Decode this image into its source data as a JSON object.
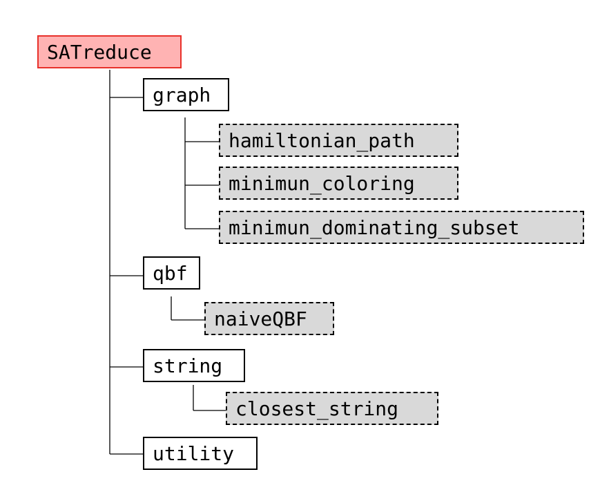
{
  "tree": {
    "root": {
      "label": "SATreduce"
    },
    "packages": [
      {
        "label": "graph",
        "modules": [
          "hamiltonian_path",
          "minimun_coloring",
          "minimun_dominating_subset"
        ]
      },
      {
        "label": "qbf",
        "modules": [
          "naiveQBF"
        ]
      },
      {
        "label": "string",
        "modules": [
          "closest_string"
        ]
      },
      {
        "label": "utility",
        "modules": []
      }
    ]
  },
  "colors": {
    "root_fill": "#ffb3b3",
    "root_border": "#e8302a",
    "package_fill": "#ffffff",
    "module_fill": "#d9d9d9",
    "line": "#000000"
  }
}
